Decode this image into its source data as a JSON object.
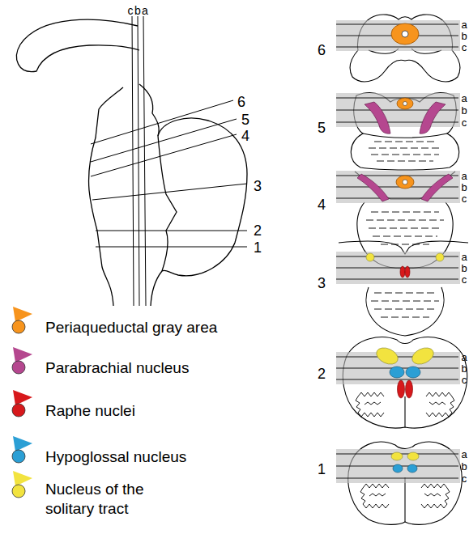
{
  "diagram": {
    "labels": [
      "c",
      "b",
      "a",
      "6",
      "5",
      "4",
      "3",
      "2",
      "1",
      "6",
      "a",
      "b",
      "c",
      "5",
      "a",
      "b",
      "c",
      "4",
      "a",
      "b",
      "c",
      "3",
      "a",
      "b",
      "c",
      "2",
      "a",
      "b",
      "c",
      "1",
      "a",
      "b",
      "c"
    ],
    "legend": [
      {
        "text": "Periaqueductal gray area",
        "color": "#f7941d"
      },
      {
        "text": "Parabrachial nucleus",
        "color": "#b5478f"
      },
      {
        "text": "Raphe nuclei",
        "color": "#d7191c"
      },
      {
        "text": "Hypoglossal nucleus",
        "color": "#2b9fd5"
      },
      {
        "text": "Nucleus of the solitary tract",
        "color": "#f2e33f"
      }
    ]
  }
}
